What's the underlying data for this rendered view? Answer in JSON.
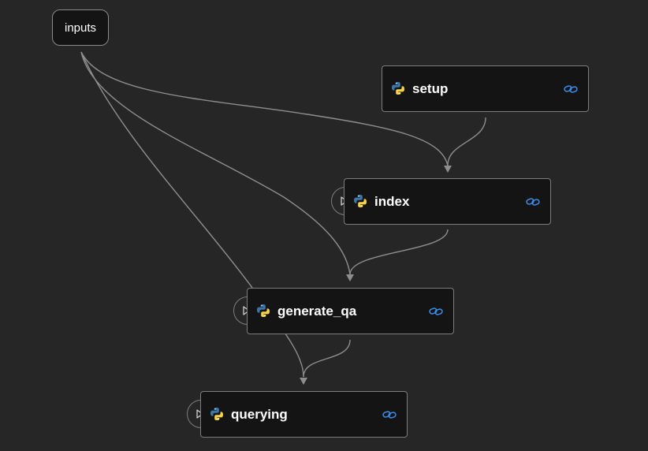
{
  "inputs_node": {
    "label": "inputs"
  },
  "nodes": [
    {
      "id": "setup",
      "label": "setup",
      "has_skip": false
    },
    {
      "id": "index",
      "label": "index",
      "has_skip": true
    },
    {
      "id": "generate_qa",
      "label": "generate_qa",
      "has_skip": true
    },
    {
      "id": "querying",
      "label": "querying",
      "has_skip": true
    }
  ],
  "icons": {
    "node_icon": "python-icon",
    "link_icon": "link-icon",
    "skip_icon": "skip-forward-icon"
  },
  "colors": {
    "background": "#262626",
    "node_fill": "#141414",
    "edge": "#8e8e8e",
    "link_accent": "#3b8eea",
    "python_blue": "#3b77a8",
    "python_yellow": "#f7d14a"
  }
}
